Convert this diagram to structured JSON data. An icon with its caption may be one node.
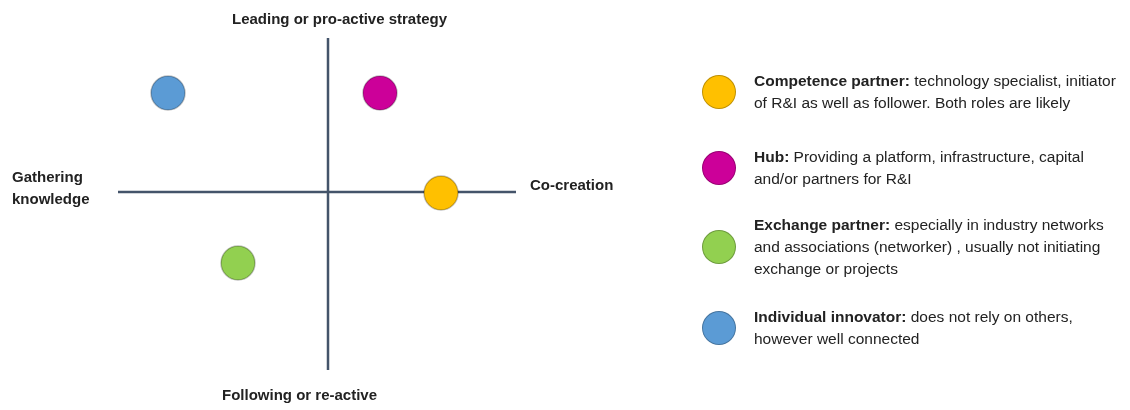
{
  "diagram": {
    "nodes": [
      {
        "text": [],
        "shape": "circle"
      },
      {
        "text": [],
        "shape": "circle"
      },
      {
        "text": [],
        "shape": "circle"
      },
      {
        "text": [],
        "shape": "circle"
      }
    ],
    "edges": [],
    "labels": [
      "Leading or pro-active strategy",
      "Gathering knowledge",
      "Co-creation",
      "Following or re-active"
    ],
    "legend": [
      {
        "text": "**Competence partner:** technology specialist, initiator of R&I as well as follower. Both roles are likely",
        "color": "#ffc000"
      },
      {
        "text": "**Hub:** Providing a platform, infrastructure, capital and/or partners for R&I",
        "color": "#cc0099"
      },
      {
        "text": "**Exchange partner:** especially in industry networks and associations (networker) , usually not initiating exchange or projects",
        "color": "#92d050"
      },
      {
        "text": "**Individual innovator:** does not rely on others, however well connected",
        "color": "#5b9bd5"
      }
    ]
  }
}
